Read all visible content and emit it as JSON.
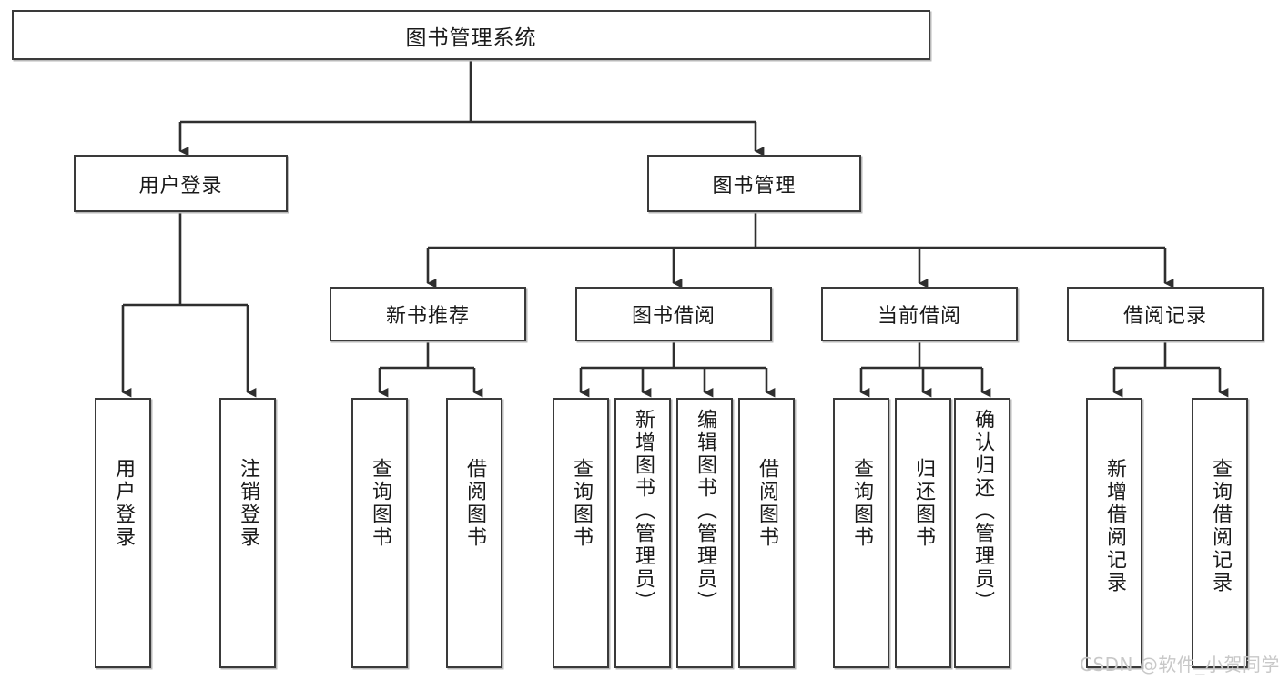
{
  "diagram": {
    "title": "图书管理系统",
    "type": "tree",
    "root": {
      "label": "图书管理系统"
    },
    "level2": [
      {
        "label": "用户登录"
      },
      {
        "label": "图书管理"
      }
    ],
    "level3": [
      {
        "label": "新书推荐"
      },
      {
        "label": "图书借阅"
      },
      {
        "label": "当前借阅"
      },
      {
        "label": "借阅记录"
      }
    ],
    "leaves": {
      "user_login": [
        {
          "label": "用户登录"
        },
        {
          "label": "注销登录"
        }
      ],
      "new_book_recommend": [
        {
          "label": "查询图书"
        },
        {
          "label": "借阅图书"
        }
      ],
      "book_borrow": [
        {
          "label": "查询图书"
        },
        {
          "label": "新增图书（管理员）"
        },
        {
          "label": "编辑图书（管理员）"
        },
        {
          "label": "借阅图书"
        }
      ],
      "current_borrow": [
        {
          "label": "查询图书"
        },
        {
          "label": "归还图书"
        },
        {
          "label": "确认归还（管理员）"
        }
      ],
      "borrow_record": [
        {
          "label": "新增借阅记录"
        },
        {
          "label": "查询借阅记录"
        }
      ]
    }
  },
  "watermark": {
    "text": "CSDN @软件_小贺同学"
  },
  "colors": {
    "box_border": "#3a3a3a",
    "box_fill": "#ffffff",
    "text": "#1a1a1a",
    "connector": "#2f2f2f",
    "watermark": "#c8c8c8"
  }
}
